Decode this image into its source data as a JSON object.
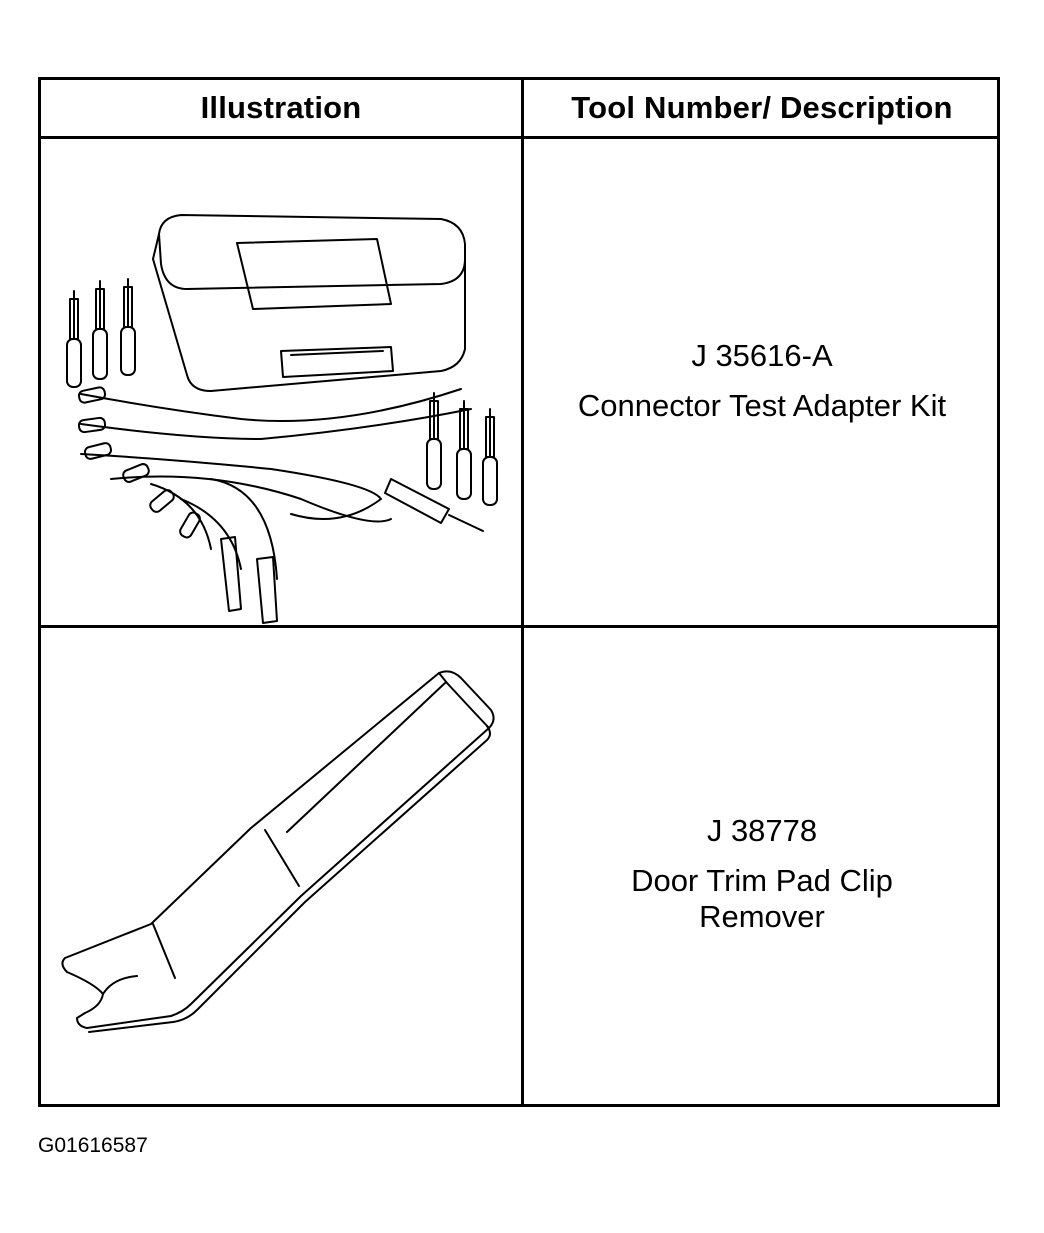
{
  "table": {
    "headers": [
      "Illustration",
      "Tool Number/ Description"
    ],
    "rows": [
      {
        "tool_number": "J 35616-A",
        "description": "Connector Test Adapter Kit",
        "illustration_icon": "connector-test-adapter-kit-icon"
      },
      {
        "tool_number": "J 38778",
        "description": "Door Trim Pad Clip\nRemover",
        "illustration_icon": "door-trim-pad-clip-remover-icon"
      }
    ]
  },
  "figure_code": "G01616587"
}
